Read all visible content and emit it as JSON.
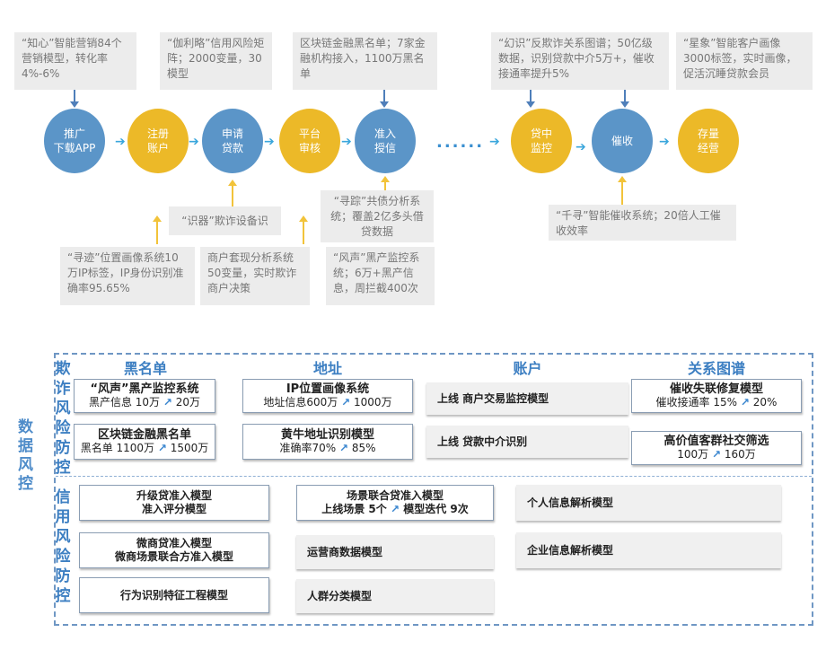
{
  "top_notes": [
    "“知心”智能营销84个营销模型，转化率4%-6%",
    "“伽利略”信用风险矩阵；2000变量，30模型",
    "区块链金融黑名单；7家金融机构接入，1100万黑名单",
    "“幻识”反欺诈关系图谱；50亿级数据，识别贷款中介5万+，催收接通率提升5%",
    "“星象”智能客户画像3000标签，实时画像，促活沉睡贷款会员"
  ],
  "stages": [
    {
      "label": "推广\n下载APP",
      "color": "#5b95c8"
    },
    {
      "label": "注册\n账户",
      "color": "#ecb928"
    },
    {
      "label": "申请\n贷款",
      "color": "#5b95c8"
    },
    {
      "label": "平台\n审核",
      "color": "#ecb928"
    },
    {
      "label": "准入\n授信",
      "color": "#5b95c8"
    },
    {
      "label": "贷中\n监控",
      "color": "#ecb928"
    },
    {
      "label": "催收",
      "color": "#5b95c8"
    },
    {
      "label": "存量\n经营",
      "color": "#ecb928"
    }
  ],
  "ellipsis": "......",
  "bottom_notes": {
    "shiqi": "“识器”欺诈设备识",
    "xunji": "“寻迹”位置画像系统10万IP标签，IP身份识别准确率95.65%",
    "taoxian": "商户套现分析系统50变量，实时欺诈商户决策",
    "xunzong": "“寻踪”共债分析系统；覆盖2亿多头借贷数据",
    "fengsheng": "“风声”黑产监控系统；6万+黑产信息，周拦截400次",
    "qianxun": "“千寻”智能催收系统；20倍人工催收效率"
  },
  "panel": {
    "side_label": "数据风控",
    "fraud_label": "欺诈风险防控",
    "credit_label": "信用风险防控",
    "col_heads": [
      "黑名单",
      "地址",
      "账户",
      "关系图谱"
    ],
    "fraud_cards": [
      {
        "title": "“风声”黑产监控系统",
        "from": "黑产信息 10万",
        "to": "20万"
      },
      {
        "title": "IP位置画像系统",
        "from": "地址信息600万",
        "to": "1000万"
      },
      {
        "title": "上线  商户交易监控模型"
      },
      {
        "title": "催收失联修复模型",
        "from": "催收接通率 15%",
        "to": "20%"
      },
      {
        "title": "区块链金融黑名单",
        "from": "黑名单 1100万",
        "to": "1500万"
      },
      {
        "title": "黄牛地址识别模型",
        "from": "准确率70%",
        "to": "85%"
      },
      {
        "title": "上线  贷款中介识别"
      },
      {
        "title": "高价值客群社交筛选",
        "from": "100万",
        "to": "160万"
      }
    ],
    "credit_cards": [
      {
        "title": "升级贷准入模型",
        "sub": "准入评分模型"
      },
      {
        "title": "场景联合贷准入模型",
        "from": "上线场景 5个",
        "to": "模型迭代 9次"
      },
      {
        "title": "个人信息解析模型"
      },
      {
        "title": "微商贷准入模型",
        "sub": "微商场景联合方准入模型"
      },
      {
        "title": "运营商数据模型"
      },
      {
        "title": "企业信息解析模型"
      },
      {
        "title": "行为识别特征工程模型"
      },
      {
        "title": "人群分类模型"
      }
    ],
    "up_icon": "trend-up-arrow"
  }
}
